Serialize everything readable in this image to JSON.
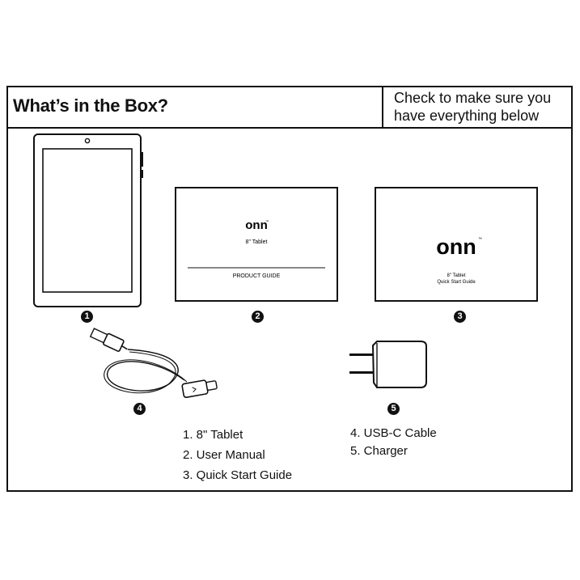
{
  "header": {
    "title": "What’s in the Box?",
    "note_line1": "Check to make sure you",
    "note_line2": "have everything below"
  },
  "items": {
    "tablet": {
      "number": "1"
    },
    "user_manual": {
      "number": "2",
      "brand": "onn",
      "subtitle": "8\" Tablet",
      "label": "PRODUCT GUIDE"
    },
    "quick_start": {
      "number": "3",
      "brand": "onn",
      "subtitle_line1": "8\" Tablet",
      "subtitle_line2": "Quick Start Guide"
    },
    "cable": {
      "number": "4"
    },
    "charger": {
      "number": "5"
    }
  },
  "list_left": [
    "1. 8\" Tablet",
    "2. User Manual",
    "3. Quick Start Guide"
  ],
  "list_right": [
    "4. USB-C Cable",
    "5. Charger"
  ]
}
